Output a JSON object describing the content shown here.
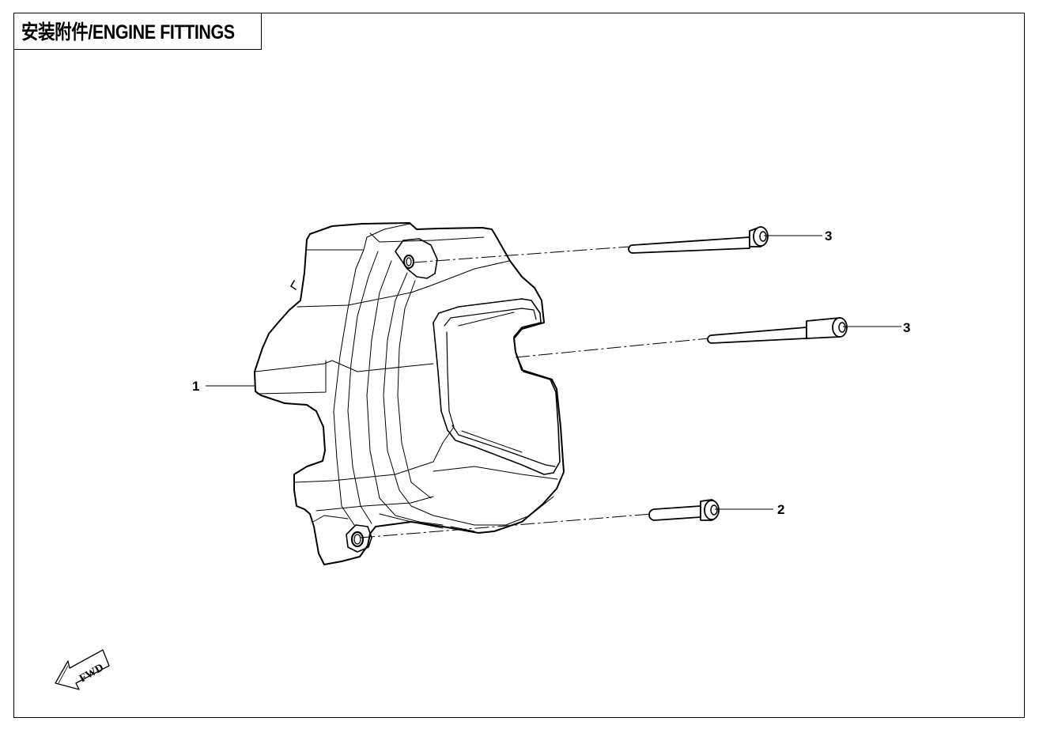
{
  "title": "安装附件/ENGINE FITTINGS",
  "callouts": [
    {
      "label": "1"
    },
    {
      "label": "2"
    },
    {
      "label": "3"
    },
    {
      "label": "3"
    }
  ],
  "direction_indicator": {
    "label": "FWD",
    "icon": "forward-arrow-icon"
  },
  "colors": {
    "line": "#000000",
    "background": "#ffffff"
  }
}
